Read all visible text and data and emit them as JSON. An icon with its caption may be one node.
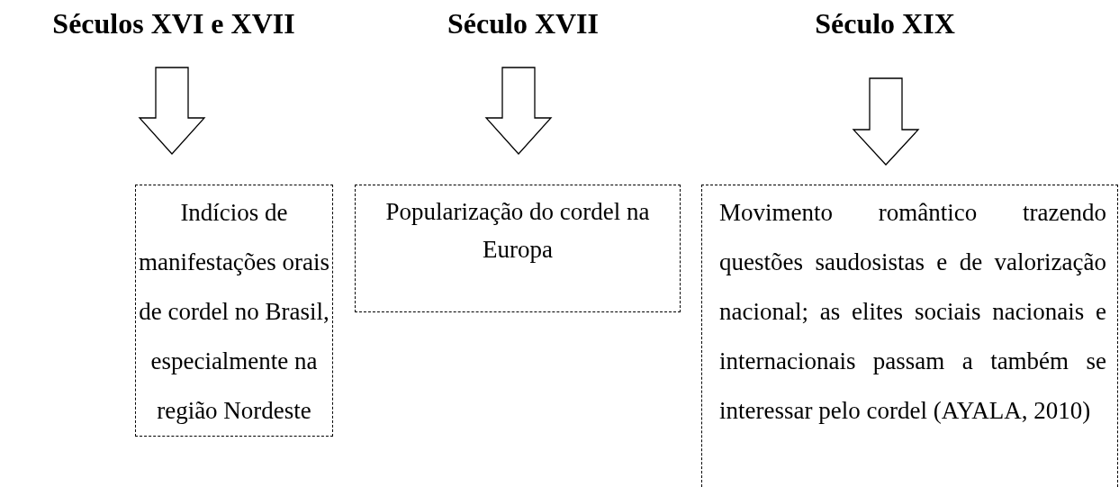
{
  "diagram": {
    "nodes": [
      {
        "text": [
          "Séculos XVI e XVII"
        ]
      },
      {
        "text": [
          "Século XVII"
        ]
      },
      {
        "text": [
          "Século XIX"
        ]
      },
      {
        "text": [
          "Indícios de manifestações orais de cordel no Brasil, especialmente na região Nordeste"
        ]
      },
      {
        "text": [
          "Popularização do cordel na Europa"
        ]
      },
      {
        "text": [
          "Movimento romântico trazendo questões saudosistas e de valorização nacional; as elites sociais nacionais e internacionais passam a também se interessar pelo cordel (AYALA, 2010)"
        ]
      }
    ],
    "edges": [
      {
        "from": 0,
        "to": 3,
        "arrow": "to"
      },
      {
        "from": 1,
        "to": 4,
        "arrow": "to"
      },
      {
        "from": 2,
        "to": 5,
        "arrow": "to"
      }
    ]
  }
}
